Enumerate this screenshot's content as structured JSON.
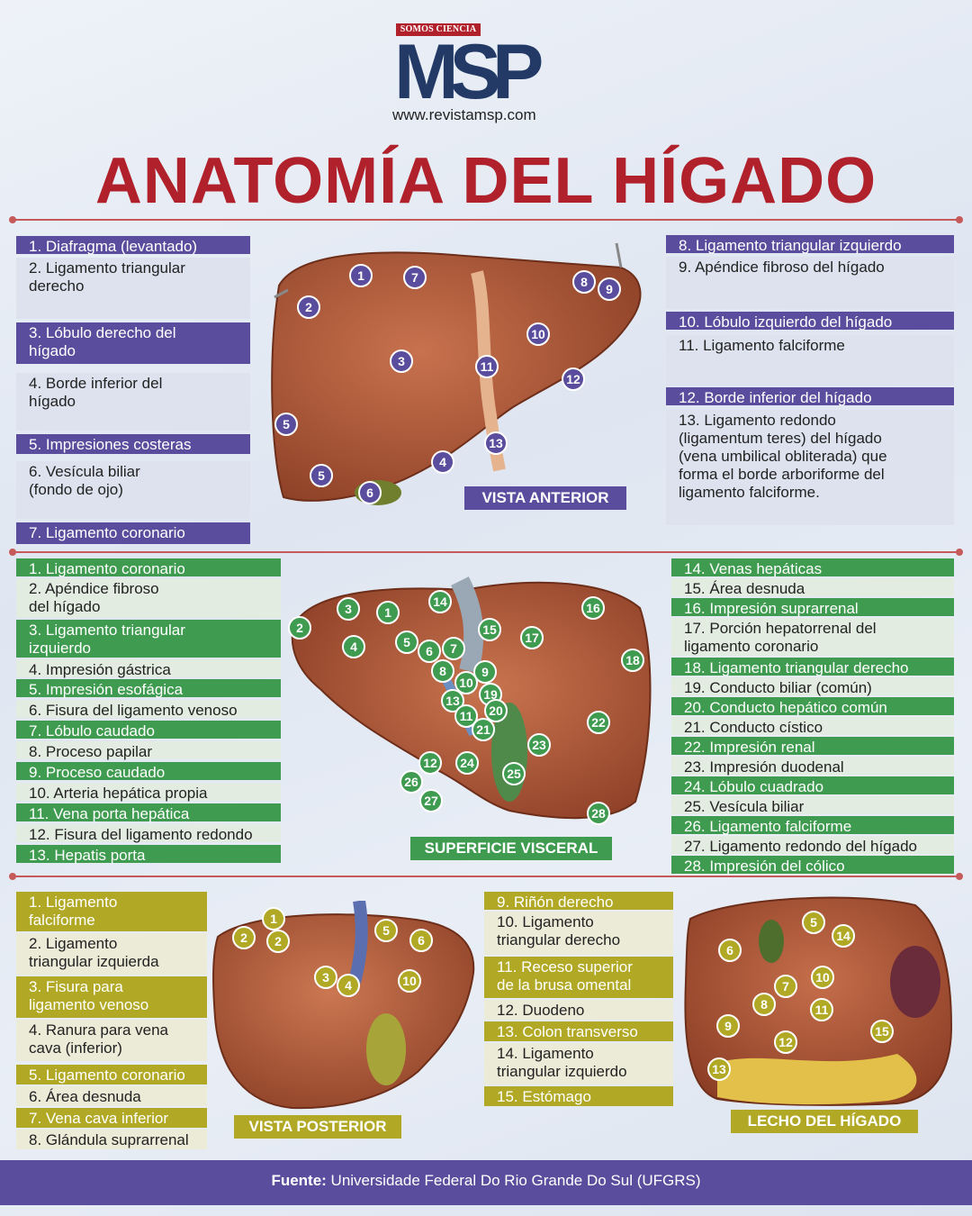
{
  "header": {
    "badge": "SOMOS CIENCIA",
    "logo": "MSP",
    "website": "www.revistamsp.com",
    "title": "ANATOMÍA DEL HÍGADO"
  },
  "anterior": {
    "label": "VISTA ANTERIOR",
    "left": [
      {
        "text": "1.  Diafragma (levantado)",
        "style": "purple"
      },
      {
        "text": "2. Ligamento triangular\n    derecho",
        "style": "lav"
      },
      {
        "text": "3. Lóbulo derecho del\n    hígado",
        "style": "purple"
      },
      {
        "text": "4. Borde inferior del\n    hígado",
        "style": "lav"
      },
      {
        "text": "5. Impresiones costeras",
        "style": "purple"
      },
      {
        "text": "6. Vesícula biliar\n    (fondo de ojo)",
        "style": "lav"
      },
      {
        "text": "7.  Ligamento coronario",
        "style": "purple"
      }
    ],
    "right": [
      {
        "text": "8.  Ligamento triangular izquierdo",
        "style": "purple"
      },
      {
        "text": "9.  Apéndice fibroso del hígado",
        "style": "lav"
      },
      {
        "text": "10. Lóbulo izquierdo del hígado",
        "style": "purple"
      },
      {
        "text": "11.  Ligamento falciforme",
        "style": "lav"
      },
      {
        "text": "12. Borde inferior del hígado",
        "style": "purple"
      },
      {
        "text": "13. Ligamento redondo\n      (ligamentum teres) del hígado\n      (vena umbilical obliterada) que\n      forma el borde arboriforme del\n      ligamento falciforme.",
        "style": "lav"
      }
    ],
    "markers": [
      "1",
      "7",
      "2",
      "8",
      "9",
      "10",
      "3",
      "11",
      "12",
      "5",
      "13",
      "4",
      "5",
      "6"
    ]
  },
  "visceral": {
    "label": "SUPERFICIE VISCERAL",
    "left": [
      {
        "text": "1.   Ligamento coronario",
        "style": "green"
      },
      {
        "text": "2.  Apéndice fibroso\n     del hígado",
        "style": "lgreen"
      },
      {
        "text": "3. Ligamento triangular\n    izquierdo",
        "style": "green"
      },
      {
        "text": "4. Impresión gástrica",
        "style": "lgreen"
      },
      {
        "text": "5. Impresión esofágica",
        "style": "green"
      },
      {
        "text": "6. Fisura del ligamento venoso",
        "style": "lgreen"
      },
      {
        "text": "7.  Lóbulo caudado",
        "style": "green"
      },
      {
        "text": "8. Proceso papilar",
        "style": "lgreen"
      },
      {
        "text": "9. Proceso caudado",
        "style": "green"
      },
      {
        "text": "10. Arteria hepática propia",
        "style": "lgreen"
      },
      {
        "text": "11. Vena porta hepática",
        "style": "green"
      },
      {
        "text": "12. Fisura del ligamento redondo",
        "style": "lgreen"
      },
      {
        "text": "13. Hepatis porta",
        "style": "green"
      }
    ],
    "right": [
      {
        "text": "14.  Venas hepáticas",
        "style": "green"
      },
      {
        "text": "15.  Área desnuda",
        "style": "lgreen"
      },
      {
        "text": "16.  Impresión suprarrenal",
        "style": "green"
      },
      {
        "text": "17.  Porción hepatorrenal del\n       ligamento coronario",
        "style": "lgreen"
      },
      {
        "text": "18.  Ligamento triangular derecho",
        "style": "green"
      },
      {
        "text": "19.  Conducto biliar (común)",
        "style": "lgreen"
      },
      {
        "text": "20. Conducto hepático común",
        "style": "green"
      },
      {
        "text": "21.  Conducto cístico",
        "style": "lgreen"
      },
      {
        "text": "22. Impresión renal",
        "style": "green"
      },
      {
        "text": "23. Impresión duodenal",
        "style": "lgreen"
      },
      {
        "text": "24. Lóbulo cuadrado",
        "style": "green"
      },
      {
        "text": "25. Vesícula biliar",
        "style": "lgreen"
      },
      {
        "text": "26. Ligamento falciforme",
        "style": "green"
      },
      {
        "text": "27. Ligamento redondo del hígado",
        "style": "lgreen"
      },
      {
        "text": "28. Impresión del cólico",
        "style": "green"
      }
    ],
    "markers": [
      "14",
      "3",
      "1",
      "2",
      "16",
      "15",
      "17",
      "4",
      "5",
      "6",
      "7",
      "18",
      "8",
      "9",
      "10",
      "19",
      "13",
      "20",
      "11",
      "21",
      "22",
      "23",
      "12",
      "24",
      "25",
      "26",
      "27",
      "28"
    ]
  },
  "posterior": {
    "label": "VISTA POSTERIOR",
    "left": [
      {
        "text": "1. Ligamento\n    falciforme",
        "style": "olive"
      },
      {
        "text": "2. Ligamento\n    triangular izquierda",
        "style": "lolive"
      },
      {
        "text": "3. Fisura para\n    ligamento venoso",
        "style": "olive"
      },
      {
        "text": "4. Ranura para vena\n    cava (inferior)",
        "style": "lolive"
      },
      {
        "text": "5. Ligamento coronario",
        "style": "olive"
      },
      {
        "text": "6. Área desnuda",
        "style": "lolive"
      },
      {
        "text": "7.  Vena cava inferior",
        "style": "olive"
      },
      {
        "text": "8.  Glándula suprarrenal",
        "style": "lolive"
      }
    ],
    "markers": [
      "1",
      "2",
      "2",
      "5",
      "6",
      "3",
      "4",
      "10"
    ]
  },
  "bed": {
    "label": "LECHO DEL HÍGADO",
    "left": [
      {
        "text": "9. Riñón derecho",
        "style": "olive"
      },
      {
        "text": "10. Ligamento\ntriangular derecho",
        "style": "lolive"
      },
      {
        "text": "11. Receso superior\nde la brusa omental",
        "style": "olive"
      },
      {
        "text": "12. Duodeno",
        "style": "lolive"
      },
      {
        "text": "13. Colon transverso",
        "style": "olive"
      },
      {
        "text": "14. Ligamento\ntriangular izquierdo",
        "style": "lolive"
      },
      {
        "text": "15. Estómago",
        "style": "olive"
      }
    ],
    "markers": [
      "5",
      "14",
      "6",
      "7",
      "10",
      "8",
      "11",
      "9",
      "15",
      "12",
      "13"
    ]
  },
  "footer": {
    "source_label": "Fuente:",
    "source_text": " Universidade Federal Do Rio Grande Do Sul (UFGRS)"
  },
  "colors": {
    "purple": "#5b4d9d",
    "green": "#3f9b4f",
    "olive": "#b1a926",
    "red": "#b0212b",
    "navy": "#233a66"
  }
}
